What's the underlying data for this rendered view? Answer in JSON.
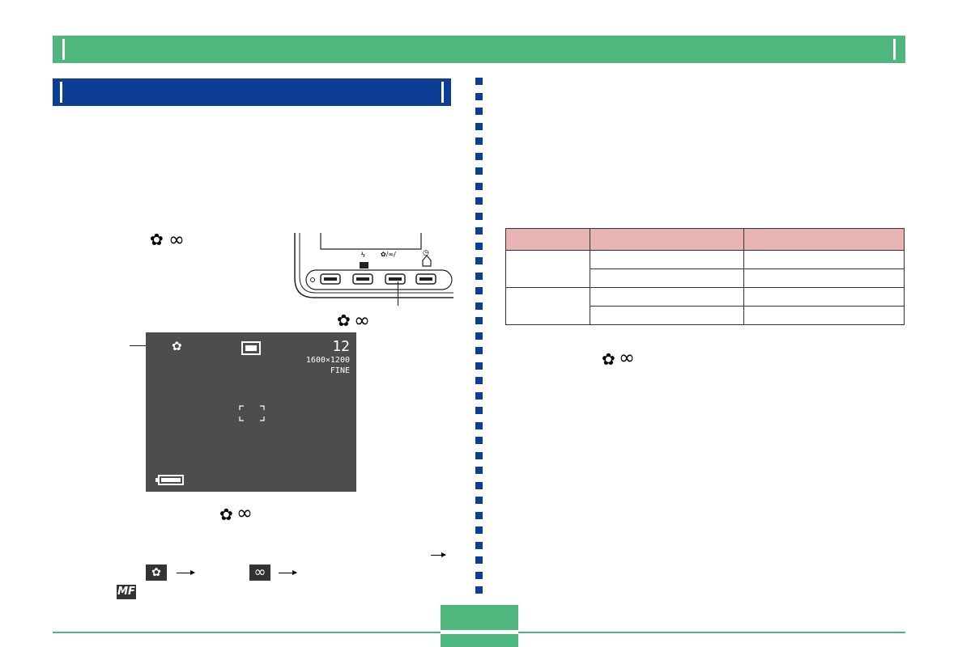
{
  "symbols": {
    "macro": "✿",
    "infinity": "∞",
    "mf": "MF",
    "flash": "ϟ",
    "self_timer": "◷",
    "panel_mode_label": "✿/∞/"
  },
  "lcd": {
    "shots_remaining": "12",
    "resolution": "1600×1200",
    "quality": "FINE"
  },
  "colors": {
    "banner_green": "#4fb77e",
    "section_blue": "#0d3e96",
    "table_header_pink": "#e8b4b4",
    "lcd_gray": "#4d4d4d"
  }
}
